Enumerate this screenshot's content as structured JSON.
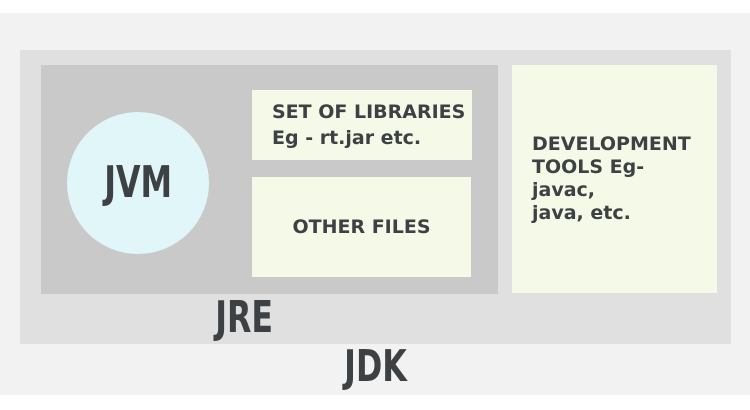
{
  "diagram": {
    "jdk": {
      "label": "JDK"
    },
    "jre": {
      "label": "JRE"
    },
    "jvm": {
      "label": "JVM"
    },
    "libraries_box": {
      "lines": [
        "SET OF LIBRARIES",
        "Eg - rt.jar etc."
      ]
    },
    "other_files_box": {
      "label": "OTHER FILES"
    },
    "dev_tools_box": {
      "lines": [
        "DEVELOPMENT",
        "TOOLS Eg- javac,",
        "java, etc."
      ]
    },
    "colors": {
      "page_background": "#ffffff",
      "backdrop": "#f1f2f1",
      "jdk_box": "#e0e0e0",
      "jre_box": "#c9c9c9",
      "jvm_circle": "#e0f6f8",
      "ivory_box": "#f4fae7",
      "text": "#3d4144"
    }
  }
}
